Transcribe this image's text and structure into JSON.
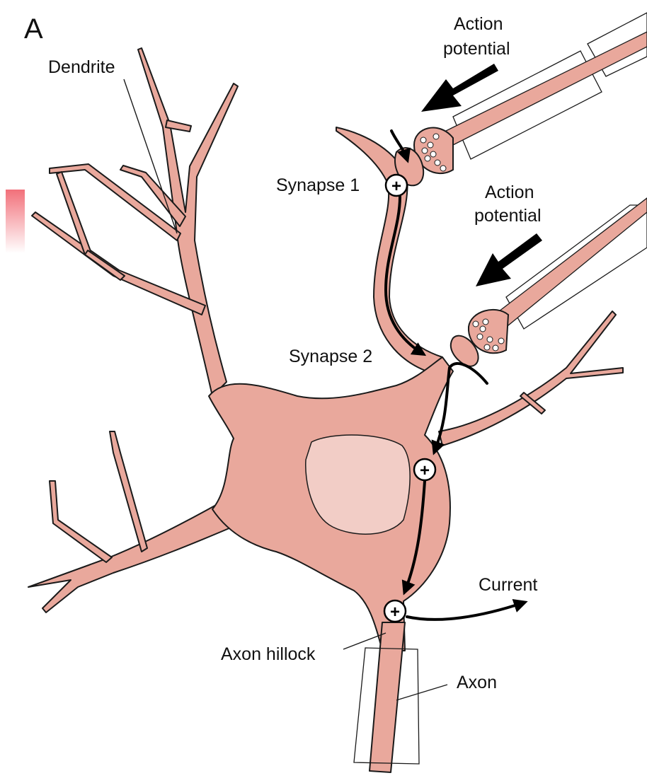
{
  "figure": {
    "panel_label": "A",
    "labels": {
      "dendrite": "Dendrite",
      "action_potential_1": [
        "Action",
        "potential"
      ],
      "action_potential_2": [
        "Action",
        "potential"
      ],
      "synapse_1": "Synapse 1",
      "synapse_2": "Synapse 2",
      "current": "Current",
      "axon_hillock": "Axon hillock",
      "axon": "Axon"
    },
    "charge_symbol": "+",
    "colors": {
      "neuron_fill": "#e9a89c",
      "nucleus_fill": "#f2cdc6",
      "outline": "#1a1a1a",
      "arrow": "#000000",
      "myelin_fill": "#ffffff",
      "vesicle_fill": "#ffffff"
    }
  }
}
